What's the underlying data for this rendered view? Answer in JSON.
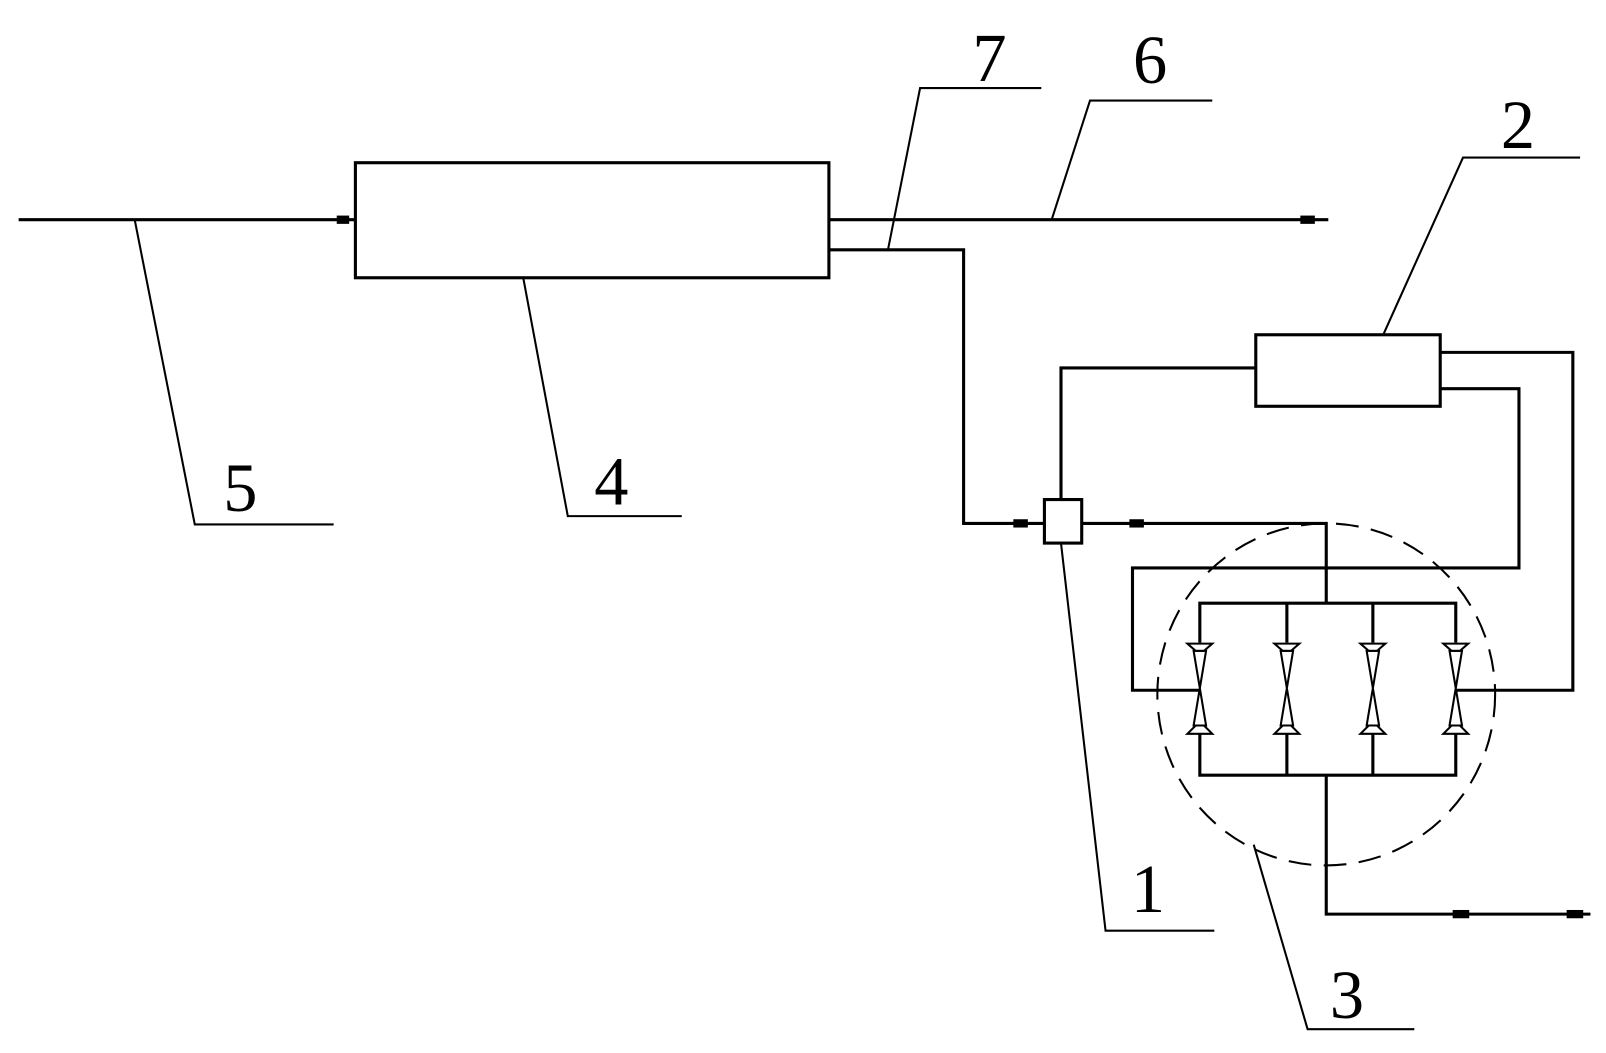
{
  "diagram": {
    "type": "process-flow-schematic",
    "labels": {
      "mixer": "1",
      "heat_exchanger_small": "2",
      "valve_group": "3",
      "main_vessel": "4",
      "inlet_line": "5",
      "outlet_line": "6",
      "branch_line": "7"
    },
    "valve_count": 4,
    "colors": {
      "line": "#000000",
      "background": "#ffffff"
    }
  }
}
